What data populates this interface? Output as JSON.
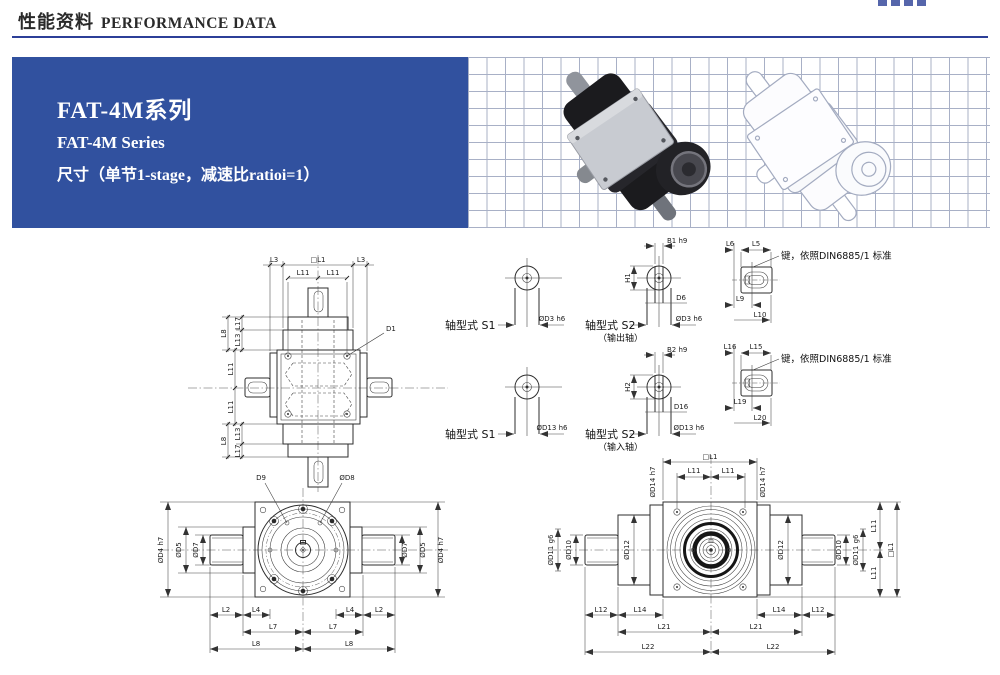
{
  "header": {
    "title_zh": "性能资料",
    "title_en": "PERFORMANCE DATA"
  },
  "banner": {
    "series_zh": "FAT-4M系列",
    "series_en": "FAT-4M Series",
    "subtitle": "尺寸（单节1-stage，减速比ratioi=1）",
    "bg_color": "#31519f"
  },
  "colors": {
    "accent_blue": "#2c3f98",
    "drawing_line": "#2e2e2e"
  },
  "figures": {
    "top_view": {
      "l3_left": "L3",
      "l1": "□L1",
      "l3_right": "L3",
      "l11_a": "L11",
      "l11_b": "L11",
      "l17_top": "L17",
      "l13_top": "L13",
      "l8_top": "L8",
      "l11_left_a": "L11",
      "l11_left_b": "L11",
      "l13_bottom": "L13",
      "l17_bottom": "L17",
      "l8_bottom": "L8",
      "d1": "D1"
    },
    "front_view": {
      "d9": "D9",
      "d8": "ØD8",
      "d4_left": "ØD4 h7",
      "d5_left": "ØD5",
      "d7_left": "ØD7",
      "d7_right": "ØD7",
      "d5_right": "ØD5",
      "d4_right": "ØD4 h7",
      "l2_left": "L2",
      "l4_left": "L4",
      "l4_right": "L4",
      "l2_right": "L2",
      "l7_left": "L7",
      "l7_right": "L7",
      "l8_left": "L8",
      "l8_right": "L8"
    },
    "shaft_s1_output": {
      "caption": "轴型式 S1",
      "d3": "ØD3 h6"
    },
    "shaft_s2_output": {
      "caption": "轴型式 S2",
      "sub": "（输出轴）",
      "b1": "B1 h9",
      "h1": "H1",
      "d6": "D6",
      "d3": "ØD3 h6"
    },
    "shaft_s1_input": {
      "caption": "轴型式 S1",
      "d13": "ØD13 h6"
    },
    "shaft_s2_input": {
      "caption": "轴型式 S2",
      "sub": "（输入轴）",
      "b2": "B2 h9",
      "h2": "H2",
      "d16": "D16",
      "d13": "ØD13 h6"
    },
    "key_output": {
      "l6": "L6",
      "l5": "L5",
      "l9": "L9",
      "l10": "L10",
      "note": "键，依照DIN6885/1 标准"
    },
    "key_input": {
      "l16": "L16",
      "l15": "L15",
      "l19": "L19",
      "l20": "L20",
      "note": "键，依照DIN6885/1 标准"
    },
    "side_view": {
      "l1_top": "□L1",
      "l11_top_a": "L11",
      "l11_top_b": "L11",
      "d14_left": "ØD14 h7",
      "d14_right": "ØD14 h7",
      "d11_left": "ØD11 g6",
      "d10_left": "ØD10",
      "d12_left": "ØD12",
      "d12_right": "ØD12",
      "d10_right": "ØD10",
      "d11_right": "ØD11 g6",
      "l11_right_a": "L11",
      "l11_right_b": "L11",
      "l1_right": "□L1",
      "l12_left": "L12",
      "l14_left": "L14",
      "l14_right": "L14",
      "l12_right": "L12",
      "l21_left": "L21",
      "l21_right": "L21",
      "l22_left": "L22",
      "l22_right": "L22"
    }
  }
}
